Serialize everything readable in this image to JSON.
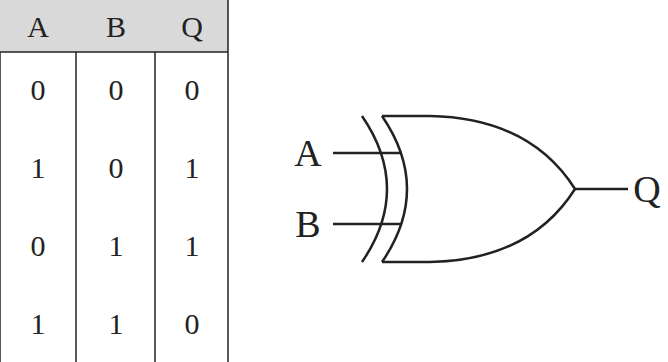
{
  "diagram": {
    "labels": [
      "A",
      "B",
      "Q",
      "0",
      "0",
      "0",
      "1",
      "0",
      "1",
      "0",
      "1",
      "1",
      "1",
      "1",
      "0",
      "A",
      "B",
      "Q"
    ]
  }
}
